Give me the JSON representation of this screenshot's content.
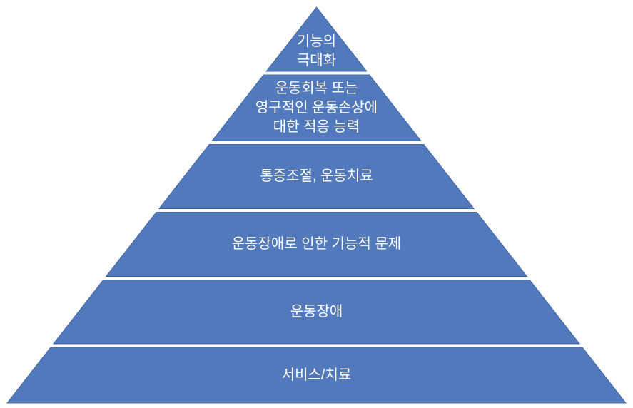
{
  "diagram": {
    "type": "pyramid",
    "orientation": "apex-top",
    "level_count": 6,
    "levels": [
      {
        "lines": [
          "기능의",
          "극대화"
        ]
      },
      {
        "lines": [
          "운동회복 또는",
          "영구적인 운동손상에",
          "대한 적응 능력"
        ]
      },
      {
        "lines": [
          "통증조절, 운동치료"
        ]
      },
      {
        "lines": [
          "운동장애로 인한 기능적 문제"
        ]
      },
      {
        "lines": [
          "운동장애"
        ]
      },
      {
        "lines": [
          "서비스/치료"
        ]
      }
    ],
    "colors": {
      "fill": "#5379BD",
      "stroke": "#44699F",
      "text": "#FFFFFF",
      "background": "#FFFFFF"
    }
  }
}
